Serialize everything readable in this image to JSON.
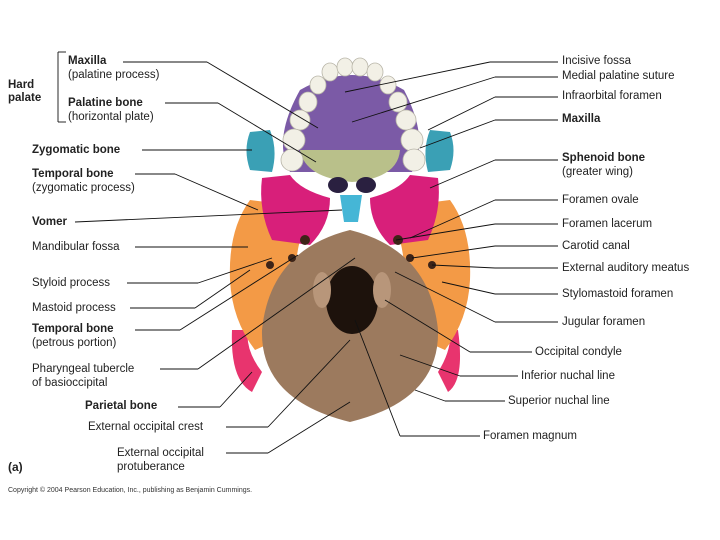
{
  "hard_palate": {
    "line1": "Hard",
    "line2": "palate"
  },
  "left_labels": {
    "maxilla": "Maxilla",
    "maxilla_sub": "(palatine process)",
    "palatine": "Palatine bone",
    "palatine_sub": "(horizontal plate)",
    "zygomatic": "Zygomatic bone",
    "temporal_zyg": "Temporal bone",
    "temporal_zyg_sub": "(zygomatic process)",
    "vomer": "Vomer",
    "mandibular_fossa": "Mandibular fossa",
    "styloid": "Styloid process",
    "mastoid": "Mastoid process",
    "temporal_pet": "Temporal bone",
    "temporal_pet_sub": "(petrous portion)",
    "pharyngeal_1": "Pharyngeal tubercle",
    "pharyngeal_2": "of basioccipital",
    "parietal": "Parietal bone",
    "eoc": "External occipital crest",
    "eop_1": "External occipital",
    "eop_2": "protuberance"
  },
  "right_labels": {
    "incisive_fossa": "Incisive fossa",
    "medial_palatine_suture": "Medial palatine suture",
    "infraorbital_foramen": "Infraorbital foramen",
    "maxilla": "Maxilla",
    "sphenoid": "Sphenoid bone",
    "sphenoid_sub": "(greater wing)",
    "foramen_ovale": "Foramen ovale",
    "foramen_lacerum": "Foramen lacerum",
    "carotid_canal": "Carotid canal",
    "external_auditory_meatus": "External auditory meatus",
    "stylomastoid_foramen": "Stylomastoid foramen",
    "jugular_foramen": "Jugular foramen",
    "occipital_condyle": "Occipital condyle",
    "inferior_nuchal_line": "Inferior nuchal line",
    "superior_nuchal_line": "Superior nuchal line",
    "foramen_magnum": "Foramen magnum"
  },
  "panel_label": "(a)",
  "copyright": "Copyright © 2004 Pearson Education, Inc., publishing as Benjamin Cummings.",
  "colors": {
    "maxilla": "#7b5aa6",
    "palatine": "#b9c08a",
    "zygomatic": "#3aa0b5",
    "sphenoid": "#d81f7a",
    "temporal": "#f39a46",
    "occipital": "#9c7a5e",
    "parietal": "#e8346e",
    "vomer": "#45b6d6"
  }
}
